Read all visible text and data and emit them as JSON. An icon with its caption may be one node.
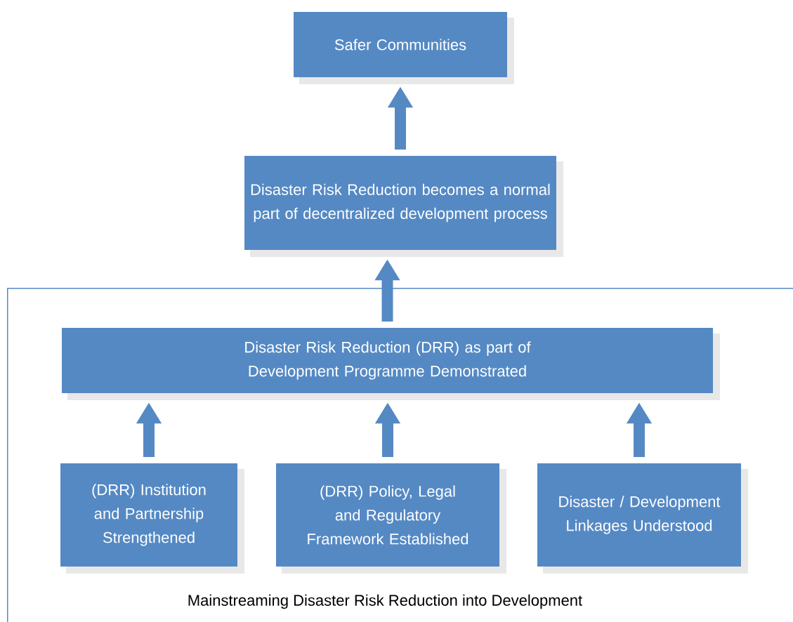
{
  "diagram": {
    "nodes": [
      {
        "text": [
          "Safer Communities"
        ]
      },
      {
        "text": [
          "Disaster Risk Reduction becomes a normal part of decentralized development process"
        ]
      },
      {
        "text": [
          "Mainstreaming Disaster Risk Reduction into Development"
        ]
      },
      {
        "text": [
          "Disaster Risk Reduction (DRR) as part of Development Programme Demonstrated"
        ],
        "in": 2
      },
      {
        "text": [
          "(DRR) Institution and Partnership Strengthened"
        ],
        "in": 2
      },
      {
        "text": [
          "(DRR) Policy, Legal and Regulatory Framework Established"
        ],
        "in": 2
      },
      {
        "text": [
          "Disaster / Development Linkages Understood"
        ],
        "in": 2
      }
    ],
    "edges": [
      {
        "from": 1,
        "to": 0,
        "arrow": "to"
      },
      {
        "from": 3,
        "to": 1,
        "arrow": "to"
      },
      {
        "from": 4,
        "to": 3,
        "arrow": "to"
      },
      {
        "from": 5,
        "to": 3,
        "arrow": "to"
      },
      {
        "from": 6,
        "to": 3,
        "arrow": "to"
      }
    ]
  }
}
